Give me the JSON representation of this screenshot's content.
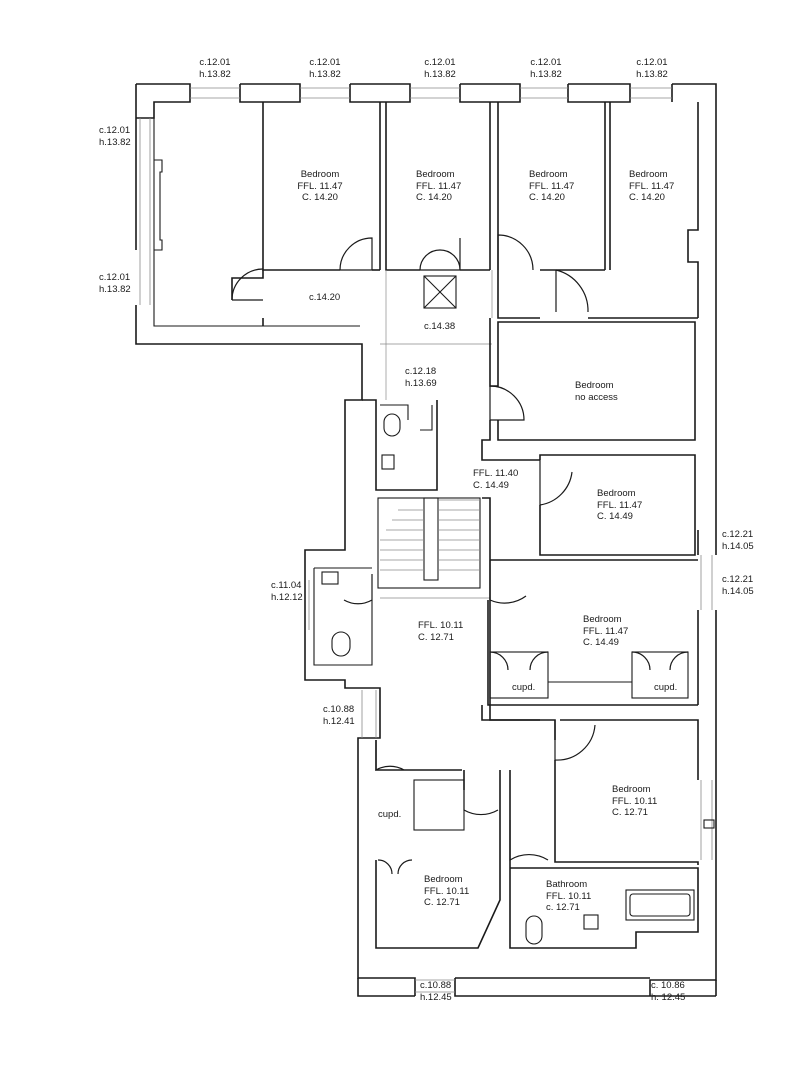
{
  "rooms": {
    "bedroom1": {
      "name": "Bedroom",
      "ffl": "FFL. 11.47",
      "ceiling": "C. 14.20"
    },
    "bedroom2": {
      "name": "Bedroom",
      "ffl": "FFL. 11.47",
      "ceiling": "C. 14.20"
    },
    "bedroom3": {
      "name": "Bedroom",
      "ffl": "FFL. 11.47",
      "ceiling": "C. 14.20"
    },
    "bedroom4": {
      "name": "Bedroom",
      "ffl": "FFL. 11.47",
      "ceiling": "C. 14.20"
    },
    "bedroom_no_access": {
      "name": "Bedroom",
      "note": "no access"
    },
    "bedroom5": {
      "name": "Bedroom",
      "ffl": "FFL. 11.47",
      "ceiling": "C. 14.49"
    },
    "bedroom6": {
      "name": "Bedroom",
      "ffl": "FFL. 11.47",
      "ceiling": "C. 14.49"
    },
    "bedroom7": {
      "name": "Bedroom",
      "ffl": "FFL. 10.11",
      "ceiling": "C. 12.71"
    },
    "bedroom8": {
      "name": "Bedroom",
      "ffl": "FFL. 10.11",
      "ceiling": "C. 12.71"
    },
    "bathroom": {
      "name": "Bathroom",
      "ffl": "FFL. 10.11",
      "ceiling": "c. 12.71"
    },
    "corridor_top": {
      "ceiling": "c.14.20"
    },
    "landing": {
      "ceiling": "c.14.38"
    },
    "stair_half": {
      "c": "c.12.18",
      "h": "h.13.69"
    },
    "upper_landing": {
      "ffl": "FFL. 11.40",
      "ceiling": "C. 14.49"
    },
    "hall": {
      "ffl": "FFL. 10.11",
      "ceiling": "C. 12.71"
    }
  },
  "cupboards": {
    "left": "cupd.",
    "right": "cupd.",
    "lower": "cupd."
  },
  "windows": {
    "top1": {
      "c": "c.12.01",
      "h": "h.13.82"
    },
    "top2": {
      "c": "c.12.01",
      "h": "h.13.82"
    },
    "top3": {
      "c": "c.12.01",
      "h": "h.13.82"
    },
    "top4": {
      "c": "c.12.01",
      "h": "h.13.82"
    },
    "top5": {
      "c": "c.12.01",
      "h": "h.13.82"
    },
    "left1": {
      "c": "c.12.01",
      "h": "h.13.82"
    },
    "left2": {
      "c": "c.12.01",
      "h": "h.13.82"
    },
    "right1": {
      "c": "c.12.21",
      "h": "h.14.05"
    },
    "right2": {
      "c": "c.12.21",
      "h": "h.14.05"
    },
    "wc": {
      "c": "c.11.04",
      "h": "h.12.12"
    },
    "left3": {
      "c": "c.10.88",
      "h": "h.12.41"
    },
    "bottom1": {
      "c": "c.10.88",
      "h": "h.12.45"
    },
    "bottom2": {
      "c": "c. 10.86",
      "h": "h. 12.45"
    }
  }
}
